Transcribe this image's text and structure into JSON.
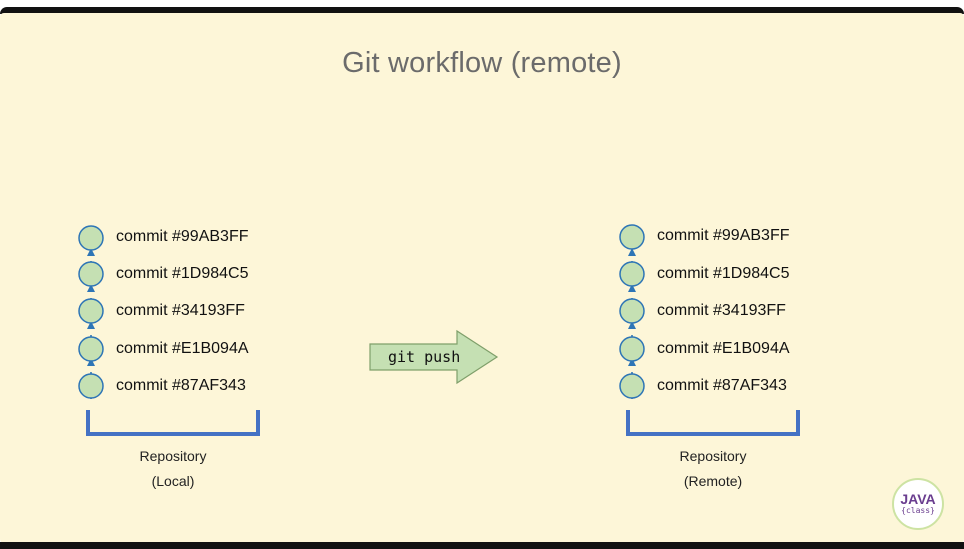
{
  "title": "Git workflow (remote)",
  "local": {
    "commits": [
      "commit #99AB3FF",
      "commit #1D984C5",
      "commit #34193FF",
      "commit #E1B094A",
      "commit #87AF343"
    ],
    "label_line1": "Repository",
    "label_line2": "(Local)"
  },
  "remote": {
    "commits": [
      "commit #99AB3FF",
      "commit #1D984C5",
      "commit #34193FF",
      "commit #E1B094A",
      "commit #87AF343"
    ],
    "label_line1": "Repository",
    "label_line2": "(Remote)"
  },
  "command": "git push",
  "logo": {
    "main": "JAVA",
    "sub": "{class}"
  },
  "colors": {
    "background": "#fdf6d8",
    "node_fill": "#c5e0b3",
    "node_stroke": "#2e75b6",
    "bracket": "#4472c4",
    "arrow_fill": "#c5e0b3",
    "arrow_stroke": "#7f9f6a"
  }
}
